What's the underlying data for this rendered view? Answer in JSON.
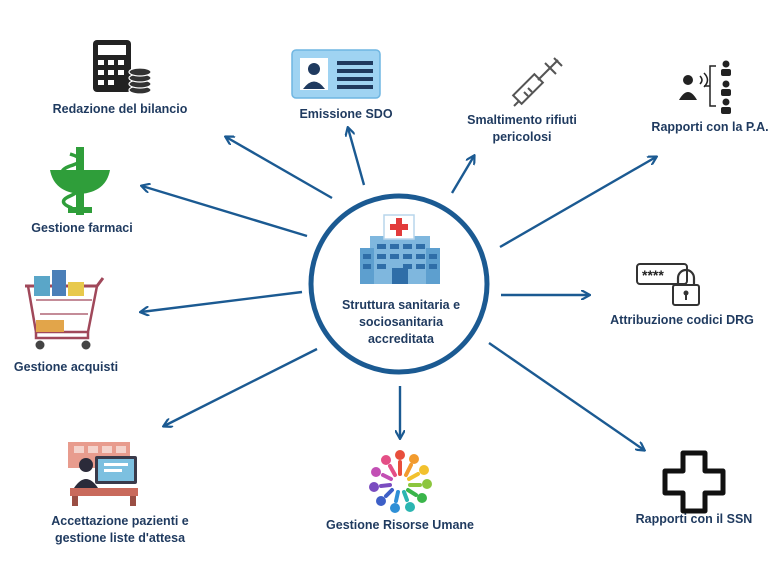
{
  "center": {
    "lines": [
      "Struttura sanitaria e",
      "sociosanitaria",
      "accreditata"
    ],
    "icon": "hospital-icon"
  },
  "nodes": [
    {
      "id": "bilancio",
      "lines": [
        "Redazione del bilancio"
      ],
      "icon": "calculator-coins-icon"
    },
    {
      "id": "sdo",
      "lines": [
        "Emissione SDO"
      ],
      "icon": "id-card-icon"
    },
    {
      "id": "rifiuti",
      "lines": [
        "Smaltimento rifiuti",
        "pericolosi"
      ],
      "icon": "syringe-icon"
    },
    {
      "id": "pa",
      "lines": [
        "Rapporti con la P.A."
      ],
      "icon": "org-chart-icon"
    },
    {
      "id": "farmaci",
      "lines": [
        "Gestione farmaci"
      ],
      "icon": "pharmacy-symbol-icon"
    },
    {
      "id": "drg",
      "lines": [
        "Attribuzione codici DRG"
      ],
      "icon": "password-lock-icon"
    },
    {
      "id": "acquisti",
      "lines": [
        "Gestione acquisti"
      ],
      "icon": "shopping-cart-icon"
    },
    {
      "id": "accettazione",
      "lines": [
        "Accettazione pazienti e",
        "gestione liste d'attesa"
      ],
      "icon": "reception-desk-icon"
    },
    {
      "id": "risorse",
      "lines": [
        "Gestione Risorse Umane"
      ],
      "icon": "people-circle-icon"
    },
    {
      "id": "ssn",
      "lines": [
        "Rapporti con il SSN"
      ],
      "icon": "medical-cross-icon"
    }
  ],
  "colors": {
    "accent": "#1b5a92",
    "text": "#1f3a5f",
    "circle": "#1b5a92",
    "cross_red": "#e23b3b",
    "pharmacy_green": "#2f9e3a",
    "card_blue": "#9fd3f2"
  }
}
